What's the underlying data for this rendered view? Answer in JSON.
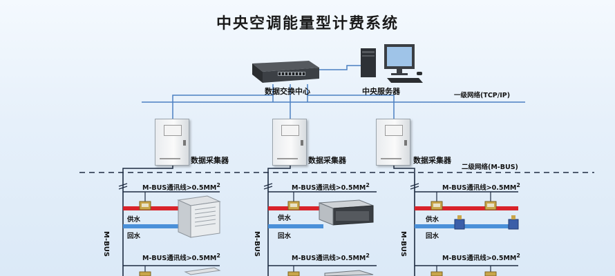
{
  "title": "中央空调能量型计费系统",
  "network": {
    "switch_label": "数据交换中心",
    "server_label": "中央服务器",
    "level1_label": "一级网络(TCP/IP)",
    "level2_label": "二级网络(M-BUS)"
  },
  "collector_label": "数据采集器",
  "bus_line_label": "M-BUS通讯线>0.5MM",
  "bus_line_sup": "2",
  "bus_vertical_label": "M-BUS",
  "supply_label": "供水",
  "return_label": "回水",
  "colors": {
    "supply_pipe": "#d9232a",
    "return_pipe": "#4a90d9",
    "line": "#1c2a40",
    "background": "#e6f0fa"
  },
  "icons": [
    "switch-icon",
    "server-computer-icon",
    "data-collector-icon",
    "heat-meter-icon",
    "air-handler-unit-icon",
    "fan-coil-unit-icon",
    "valve-icon"
  ]
}
